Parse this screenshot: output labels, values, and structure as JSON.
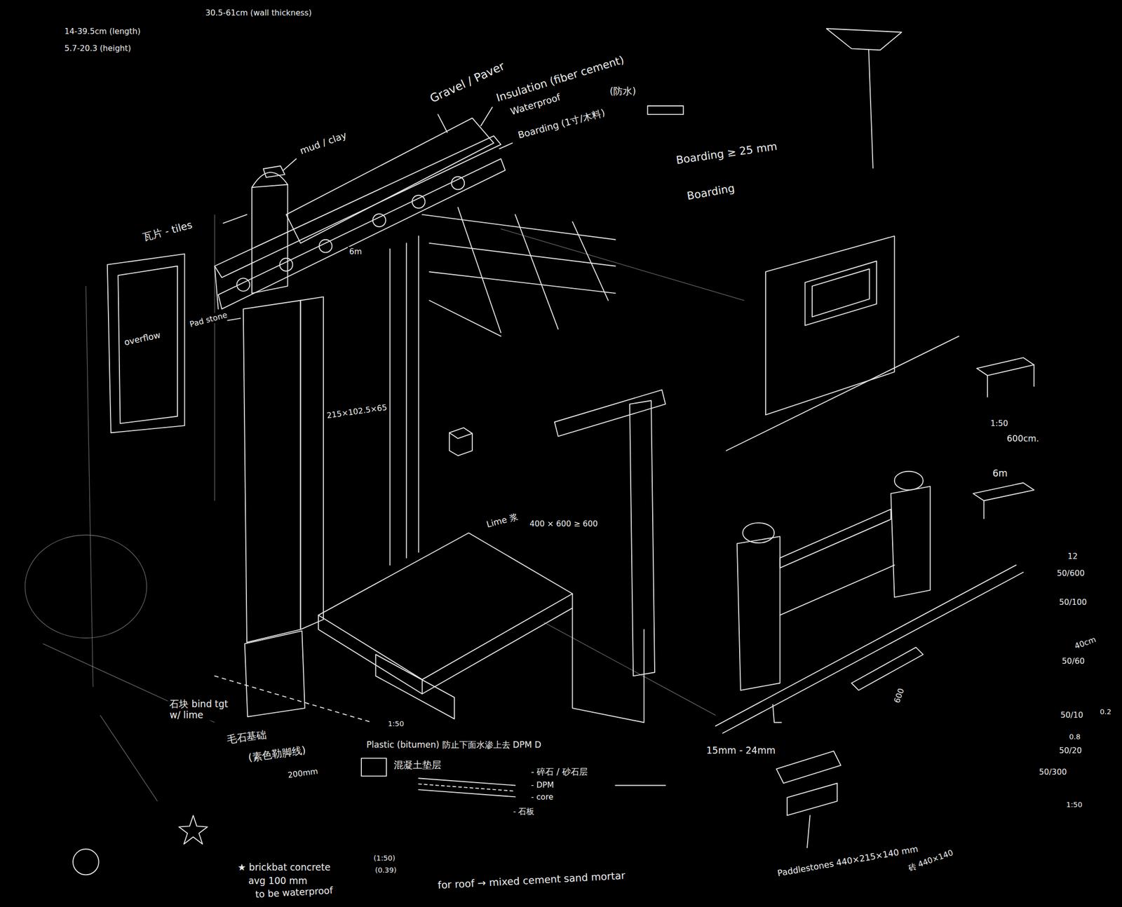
{
  "diagram": {
    "labels": [
      "30.5-61cm (wall thickness)",
      "14-39.5cm (length)",
      "5.7-20.3 (height)",
      "Gravel / Paver",
      "Insulation (fiber cement)",
      "Waterproof",
      "(防水)",
      "Boarding (1寸/木料)",
      "mud / clay",
      "瓦片 - tiles",
      "overflow",
      "Pad stone",
      "6m",
      "215×102.5×65",
      "Boarding ≥ 25 mm",
      "Boarding",
      "Lime 浆",
      "400 × 600 ≥ 600",
      "1:50",
      "600cm.",
      "6m",
      "石块 bind tgt w/ lime",
      "毛石基础",
      "(素色勒脚线)",
      "200mm",
      "1:50",
      "Plastic (bitumen) 防止下面水渗上去 DPM D",
      "混凝土垫层",
      "- 碎石 / 砂石层",
      "- DPM",
      "- core",
      "- 石板",
      "★ brickbat concrete",
      "avg 100 mm",
      "to be waterproof",
      "(1:50)",
      "(0.39)",
      "for roof → mixed cement sand mortar",
      "15mm - 24mm",
      "Paddlestones 440×215×140 mm",
      "砖 440×140",
      "600",
      "12",
      "50/600",
      "50/100",
      "40cm",
      "50/60",
      "50/10",
      "0.2",
      "0.8",
      "50/20",
      "50/300",
      "1:50"
    ]
  }
}
